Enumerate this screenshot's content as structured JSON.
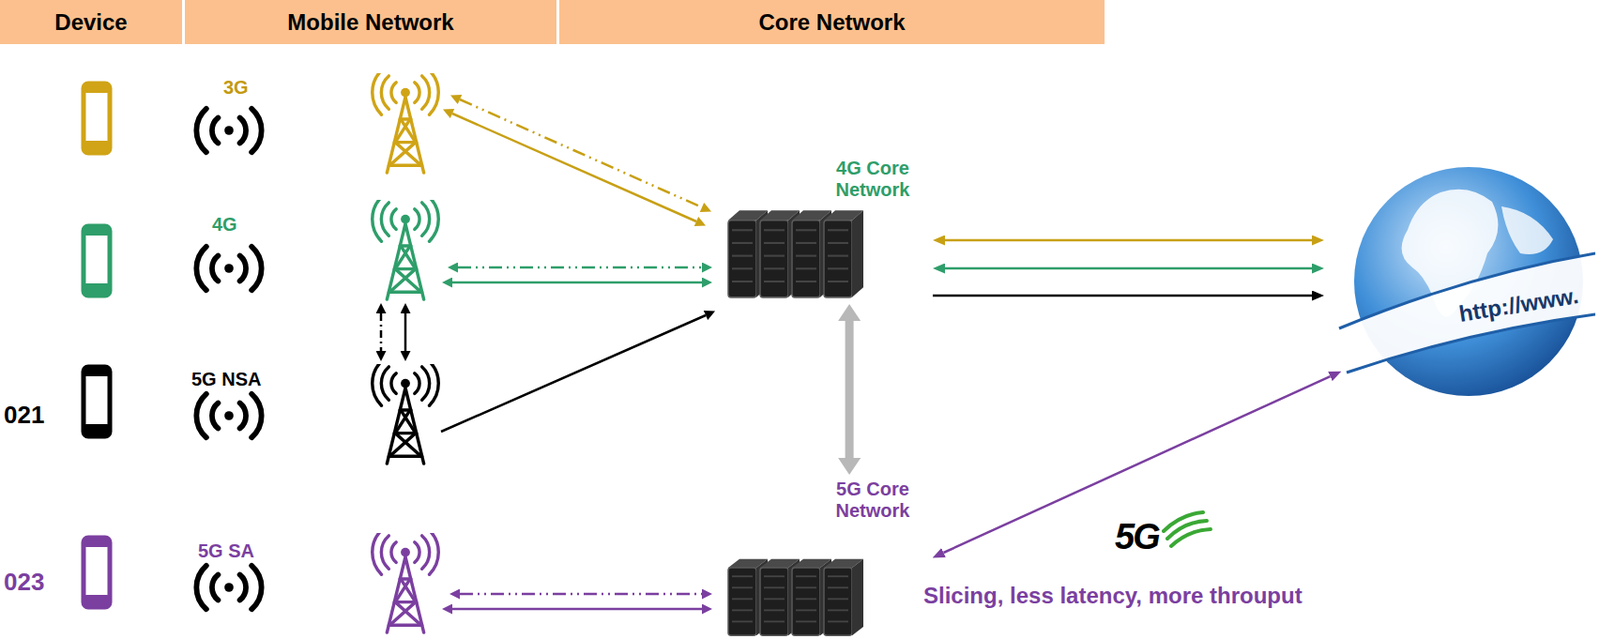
{
  "diagram": {
    "nodes": [
      {
        "text": [
          "Device"
        ]
      },
      {
        "text": [
          "Mobile Network"
        ]
      },
      {
        "text": [
          "Core Network"
        ]
      },
      {
        "text": [
          "4G Core Network"
        ]
      },
      {
        "text": [
          "5G Core Network"
        ]
      },
      {
        "text": [
          "http://www."
        ]
      }
    ],
    "edges": [
      {
        "from": 3,
        "to": 4,
        "arrow": "both"
      },
      {
        "from": 3,
        "to": 5,
        "arrow": "both"
      },
      {
        "from": 3,
        "to": 5,
        "arrow": "both"
      },
      {
        "from": 3,
        "to": 5,
        "arrow": "to"
      },
      {
        "from": 4,
        "to": 5,
        "arrow": "both"
      }
    ],
    "labels": [
      "3G",
      "4G",
      "5G NSA",
      "5G SA",
      "021",
      "023",
      "Slicing, less latency, more throuput",
      "5G"
    ]
  }
}
